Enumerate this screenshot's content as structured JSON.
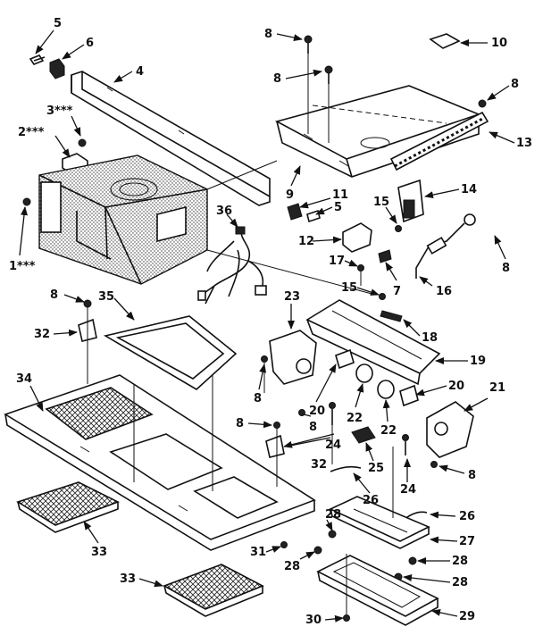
{
  "labels": [
    {
      "id": "l5a",
      "text": "5"
    },
    {
      "id": "l6",
      "text": "6"
    },
    {
      "id": "l4",
      "text": "4"
    },
    {
      "id": "l3",
      "text": "3***"
    },
    {
      "id": "l2",
      "text": "2***"
    },
    {
      "id": "l1",
      "text": "1***"
    },
    {
      "id": "l8a",
      "text": "8"
    },
    {
      "id": "l8b",
      "text": "8"
    },
    {
      "id": "l10",
      "text": "10"
    },
    {
      "id": "l8c",
      "text": "8"
    },
    {
      "id": "l13",
      "text": "13"
    },
    {
      "id": "l9",
      "text": "9"
    },
    {
      "id": "l11",
      "text": "11"
    },
    {
      "id": "l5b",
      "text": "5"
    },
    {
      "id": "l14",
      "text": "14"
    },
    {
      "id": "l15a",
      "text": "15"
    },
    {
      "id": "l36",
      "text": "36"
    },
    {
      "id": "l12",
      "text": "12"
    },
    {
      "id": "l17",
      "text": "17"
    },
    {
      "id": "l7",
      "text": "7"
    },
    {
      "id": "l16",
      "text": "16"
    },
    {
      "id": "l8d",
      "text": "8"
    },
    {
      "id": "l8e",
      "text": "8"
    },
    {
      "id": "l35",
      "text": "35"
    },
    {
      "id": "l32a",
      "text": "32"
    },
    {
      "id": "l23",
      "text": "23"
    },
    {
      "id": "l15b",
      "text": "15"
    },
    {
      "id": "l18",
      "text": "18"
    },
    {
      "id": "l19",
      "text": "19"
    },
    {
      "id": "l34",
      "text": "34"
    },
    {
      "id": "l8f",
      "text": "8"
    },
    {
      "id": "l20a",
      "text": "20"
    },
    {
      "id": "l20b",
      "text": "20"
    },
    {
      "id": "l21",
      "text": "21"
    },
    {
      "id": "l22a",
      "text": "22"
    },
    {
      "id": "l22b",
      "text": "22"
    },
    {
      "id": "l8g",
      "text": "8"
    },
    {
      "id": "l24a",
      "text": "24"
    },
    {
      "id": "l8h",
      "text": "8"
    },
    {
      "id": "l32b",
      "text": "32"
    },
    {
      "id": "l25",
      "text": "25"
    },
    {
      "id": "l24b",
      "text": "24"
    },
    {
      "id": "l8i",
      "text": "8"
    },
    {
      "id": "l26a",
      "text": "26"
    },
    {
      "id": "l26b",
      "text": "26"
    },
    {
      "id": "l33a",
      "text": "33"
    },
    {
      "id": "l28a",
      "text": "28"
    },
    {
      "id": "l27",
      "text": "27"
    },
    {
      "id": "l31",
      "text": "31"
    },
    {
      "id": "l28b",
      "text": "28"
    },
    {
      "id": "l28c",
      "text": "28"
    },
    {
      "id": "l33b",
      "text": "33"
    },
    {
      "id": "l28d",
      "text": "28"
    },
    {
      "id": "l30",
      "text": "30"
    },
    {
      "id": "l29",
      "text": "29"
    }
  ]
}
